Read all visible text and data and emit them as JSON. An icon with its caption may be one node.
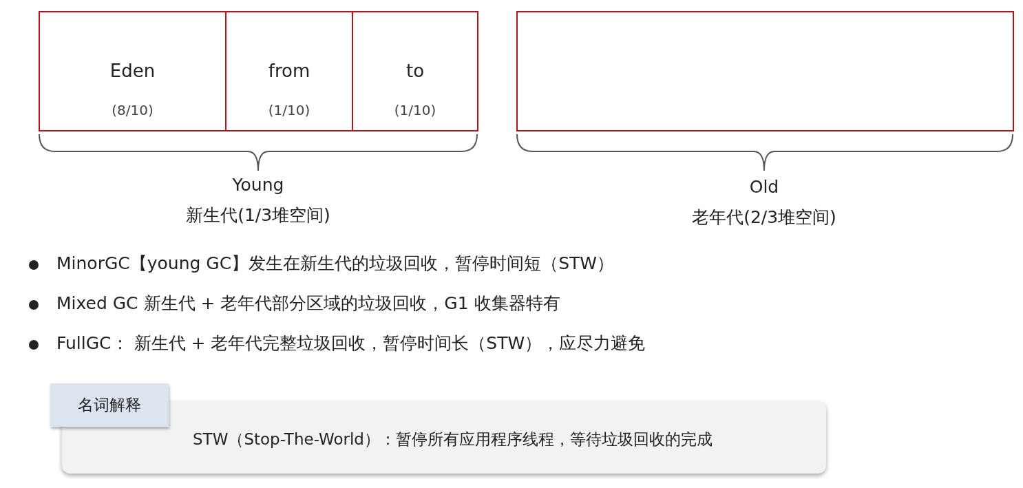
{
  "diagram": {
    "nodes": [
      {
        "text": [
          "Eden",
          "(8/10)"
        ]
      },
      {
        "text": [
          "from",
          "(1/10)"
        ]
      },
      {
        "text": [
          "to",
          "(1/10)"
        ]
      },
      {
        "text": [],
        "shape": "box"
      },
      {
        "text": [
          "名词解释"
        ]
      },
      {
        "text": [
          "STW（Stop-The-World）：暂停所有应用程序线程，等待垃圾回收的完成"
        ]
      }
    ],
    "edges": [],
    "labels": [
      "Young",
      "新生代(1/3堆空间)",
      "Old",
      "老年代(2/3堆空间)",
      "MinorGC【young GC】发生在新生代的垃圾回收，暂停时间短（STW）",
      "Mixed GC 新生代 + 老年代部分区域的垃圾回收，G1 收集器特有",
      "FullGC： 新生代 + 老年代完整垃圾回收，暂停时间长（STW），应尽力避免"
    ]
  }
}
